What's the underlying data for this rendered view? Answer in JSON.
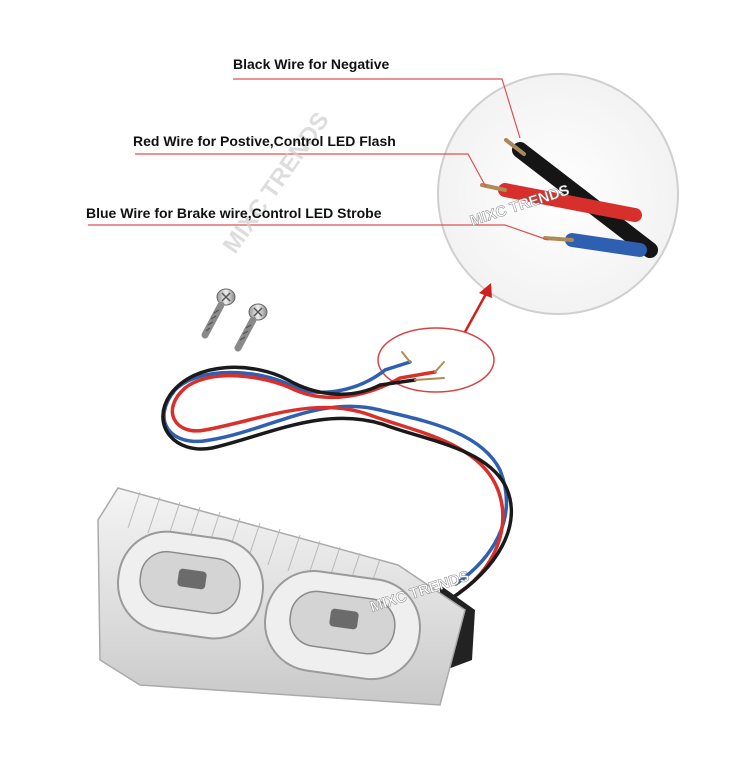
{
  "labels": {
    "black": "Black Wire for Negative",
    "red": "Red Wire for Postive,Control LED Flash",
    "blue": "Blue Wire for Brake wire,Control LED Strobe"
  },
  "watermark": "MIXC TRENDS",
  "colors": {
    "leader_line": "#e05050",
    "callout_circle": "#d84040",
    "wire_black": "#1a1a1a",
    "wire_red": "#d9302c",
    "wire_blue": "#2f5fb0",
    "copper": "#b08a55",
    "watermark": "#c8c8c8"
  }
}
